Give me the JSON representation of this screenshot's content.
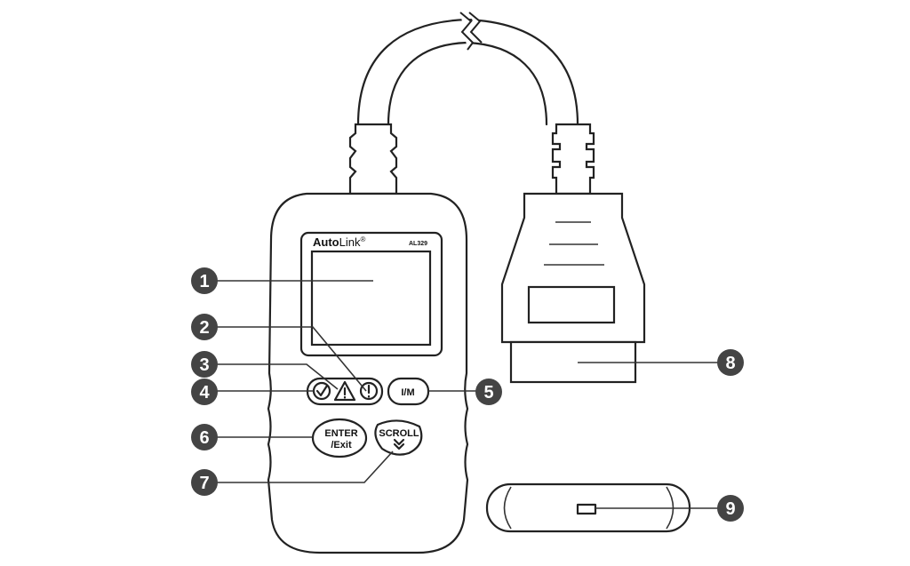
{
  "device": {
    "brand_bold": "Auto",
    "brand_light": "Link",
    "brand_mark": "®",
    "model": "AL329",
    "buttons": {
      "im": "I/M",
      "enter_line1": "ENTER",
      "enter_line2": "/Exit",
      "scroll": "SCROLL",
      "scroll_icon": "double-chevron-down"
    },
    "leds": [
      "check-icon",
      "warning-triangle-icon",
      "exclamation-circle-icon"
    ]
  },
  "callouts": [
    "1",
    "2",
    "3",
    "4",
    "5",
    "6",
    "7",
    "8",
    "9"
  ]
}
